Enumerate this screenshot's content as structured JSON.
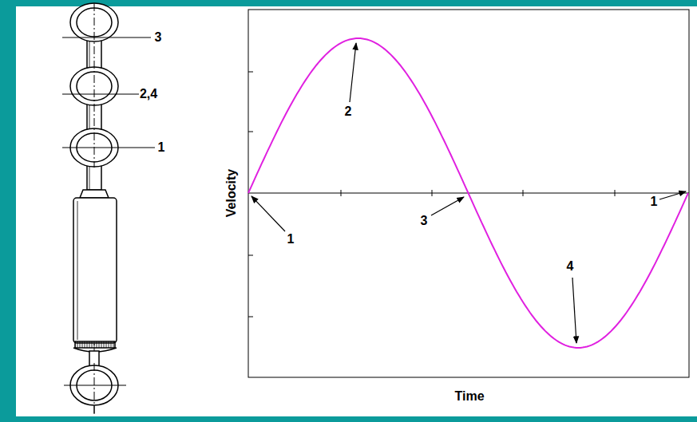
{
  "diagram": {
    "labels": [
      "3",
      "2,4",
      "1",
      "Velocity",
      "Time",
      "2",
      "1",
      "3",
      "4",
      "1"
    ]
  }
}
